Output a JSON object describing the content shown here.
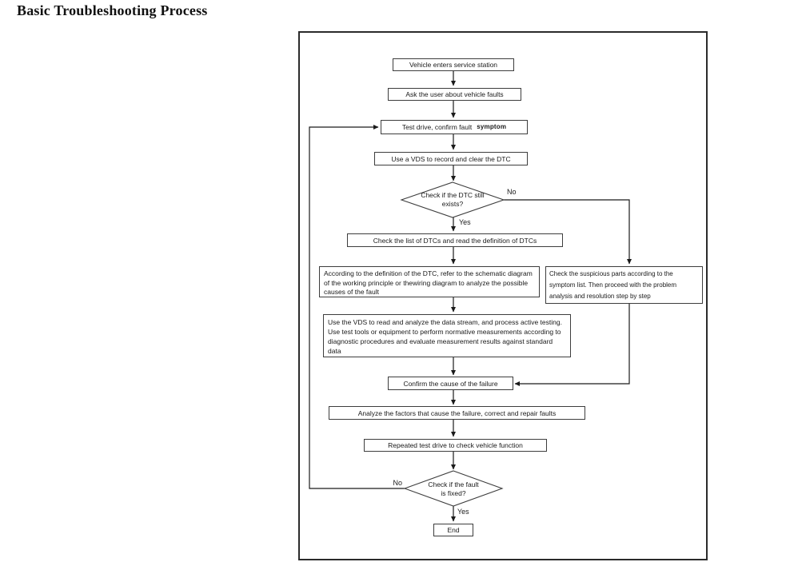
{
  "title": "Basic Troubleshooting Process",
  "flow": {
    "nodes": {
      "vehicle_enters": "Vehicle enters service station",
      "ask_user": "Ask the user about vehicle faults",
      "test_drive_prefix": "Test drive, confirm fault",
      "test_drive_symptom": "symptom",
      "use_vds_clear": "Use a VDS to record and clear the DTC",
      "dtc_exists": "Check if the DTC still exists?",
      "check_list": "Check the list of DTCs and read the definition of DTCs",
      "according": "According to the definition of the DTC, refer to the schematic diagram of the working principle or thewiring diagram to analyze the possible causes of the fault",
      "suspicious": "Check the suspicious parts according to the symptom list. Then proceed with the problem analysis and resolution step by step",
      "use_vds_read": "Use the VDS to read and analyze the data stream, and process  active testing. Use test tools or equipment to perform normative measurements according to diagnostic procedures and evaluate measurement results against standard data",
      "confirm_cause": "Confirm the cause of the failure",
      "analyze_factors": "Analyze the factors that cause the failure, correct and repair faults",
      "repeat_test": "Repeated test drive to check vehicle function",
      "fault_fixed": "Check if the fault is fixed?",
      "end": "End"
    },
    "labels": {
      "no1": "No",
      "yes1": "Yes",
      "no2": "No",
      "yes2": "Yes"
    }
  },
  "colors": {
    "line": "#1a1a1a",
    "border": "#3d3d3d",
    "frame_border": "#2b2b2b"
  }
}
